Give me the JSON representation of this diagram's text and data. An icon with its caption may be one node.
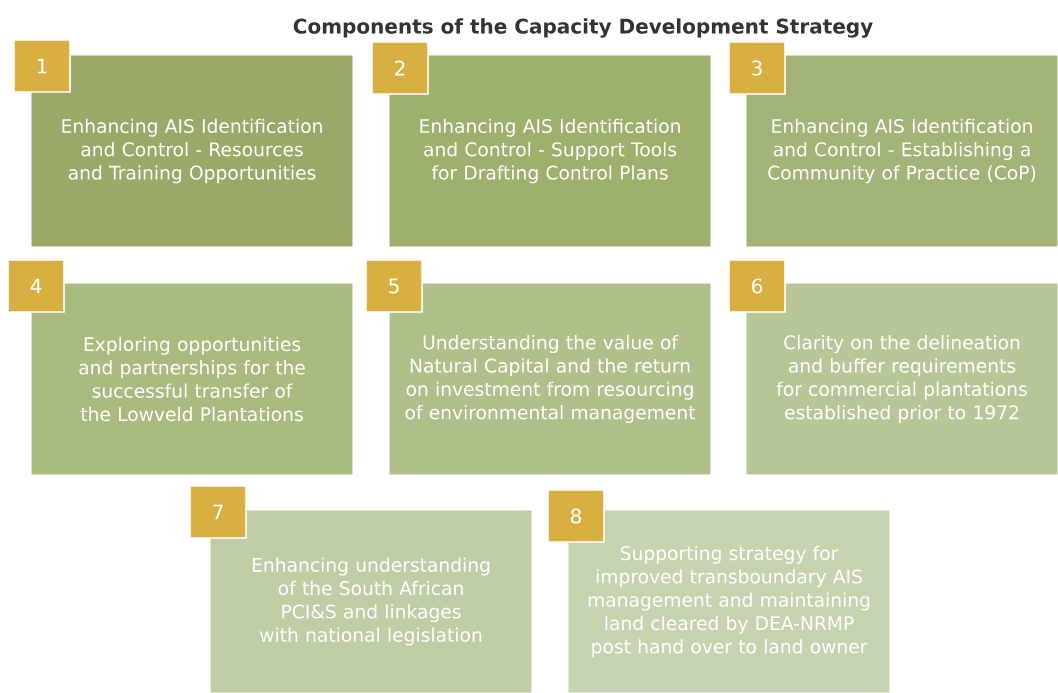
{
  "diagram": {
    "title": "Components of the Capacity Development Strategy",
    "nodes": [
      {
        "text": [
          "1"
        ]
      },
      {
        "text": [
          "Enhancing AIS Identification and Control - Resources and Training Opportunities"
        ]
      },
      {
        "text": [
          "2"
        ]
      },
      {
        "text": [
          "Enhancing AIS Identification and Control - Support Tools for Drafting Control Plans"
        ]
      },
      {
        "text": [
          "3"
        ]
      },
      {
        "text": [
          "Enhancing AIS Identification and Control - Establishing a Community of Practice (CoP)"
        ]
      },
      {
        "text": [
          "4"
        ]
      },
      {
        "text": [
          "Exploring opportunities and partnerships for the successful transfer of the Lowveld Plantations"
        ]
      },
      {
        "text": [
          "5"
        ]
      },
      {
        "text": [
          "Understanding the value of Natural Capital and the return on investment from resourcing of environmental management"
        ]
      },
      {
        "text": [
          "6"
        ]
      },
      {
        "text": [
          "Clarity on the delineation and buffer requirements for commercial plantations established prior to 1972"
        ]
      },
      {
        "text": [
          "7"
        ]
      },
      {
        "text": [
          "Enhancing understanding of the South African PCI&S and linkages with national legislation"
        ]
      },
      {
        "text": [
          "8"
        ]
      },
      {
        "text": [
          "Supporting strategy for improved transboundary AIS management and maintaining land cleared by DEA-NRMP post hand over to land owner"
        ]
      }
    ]
  }
}
